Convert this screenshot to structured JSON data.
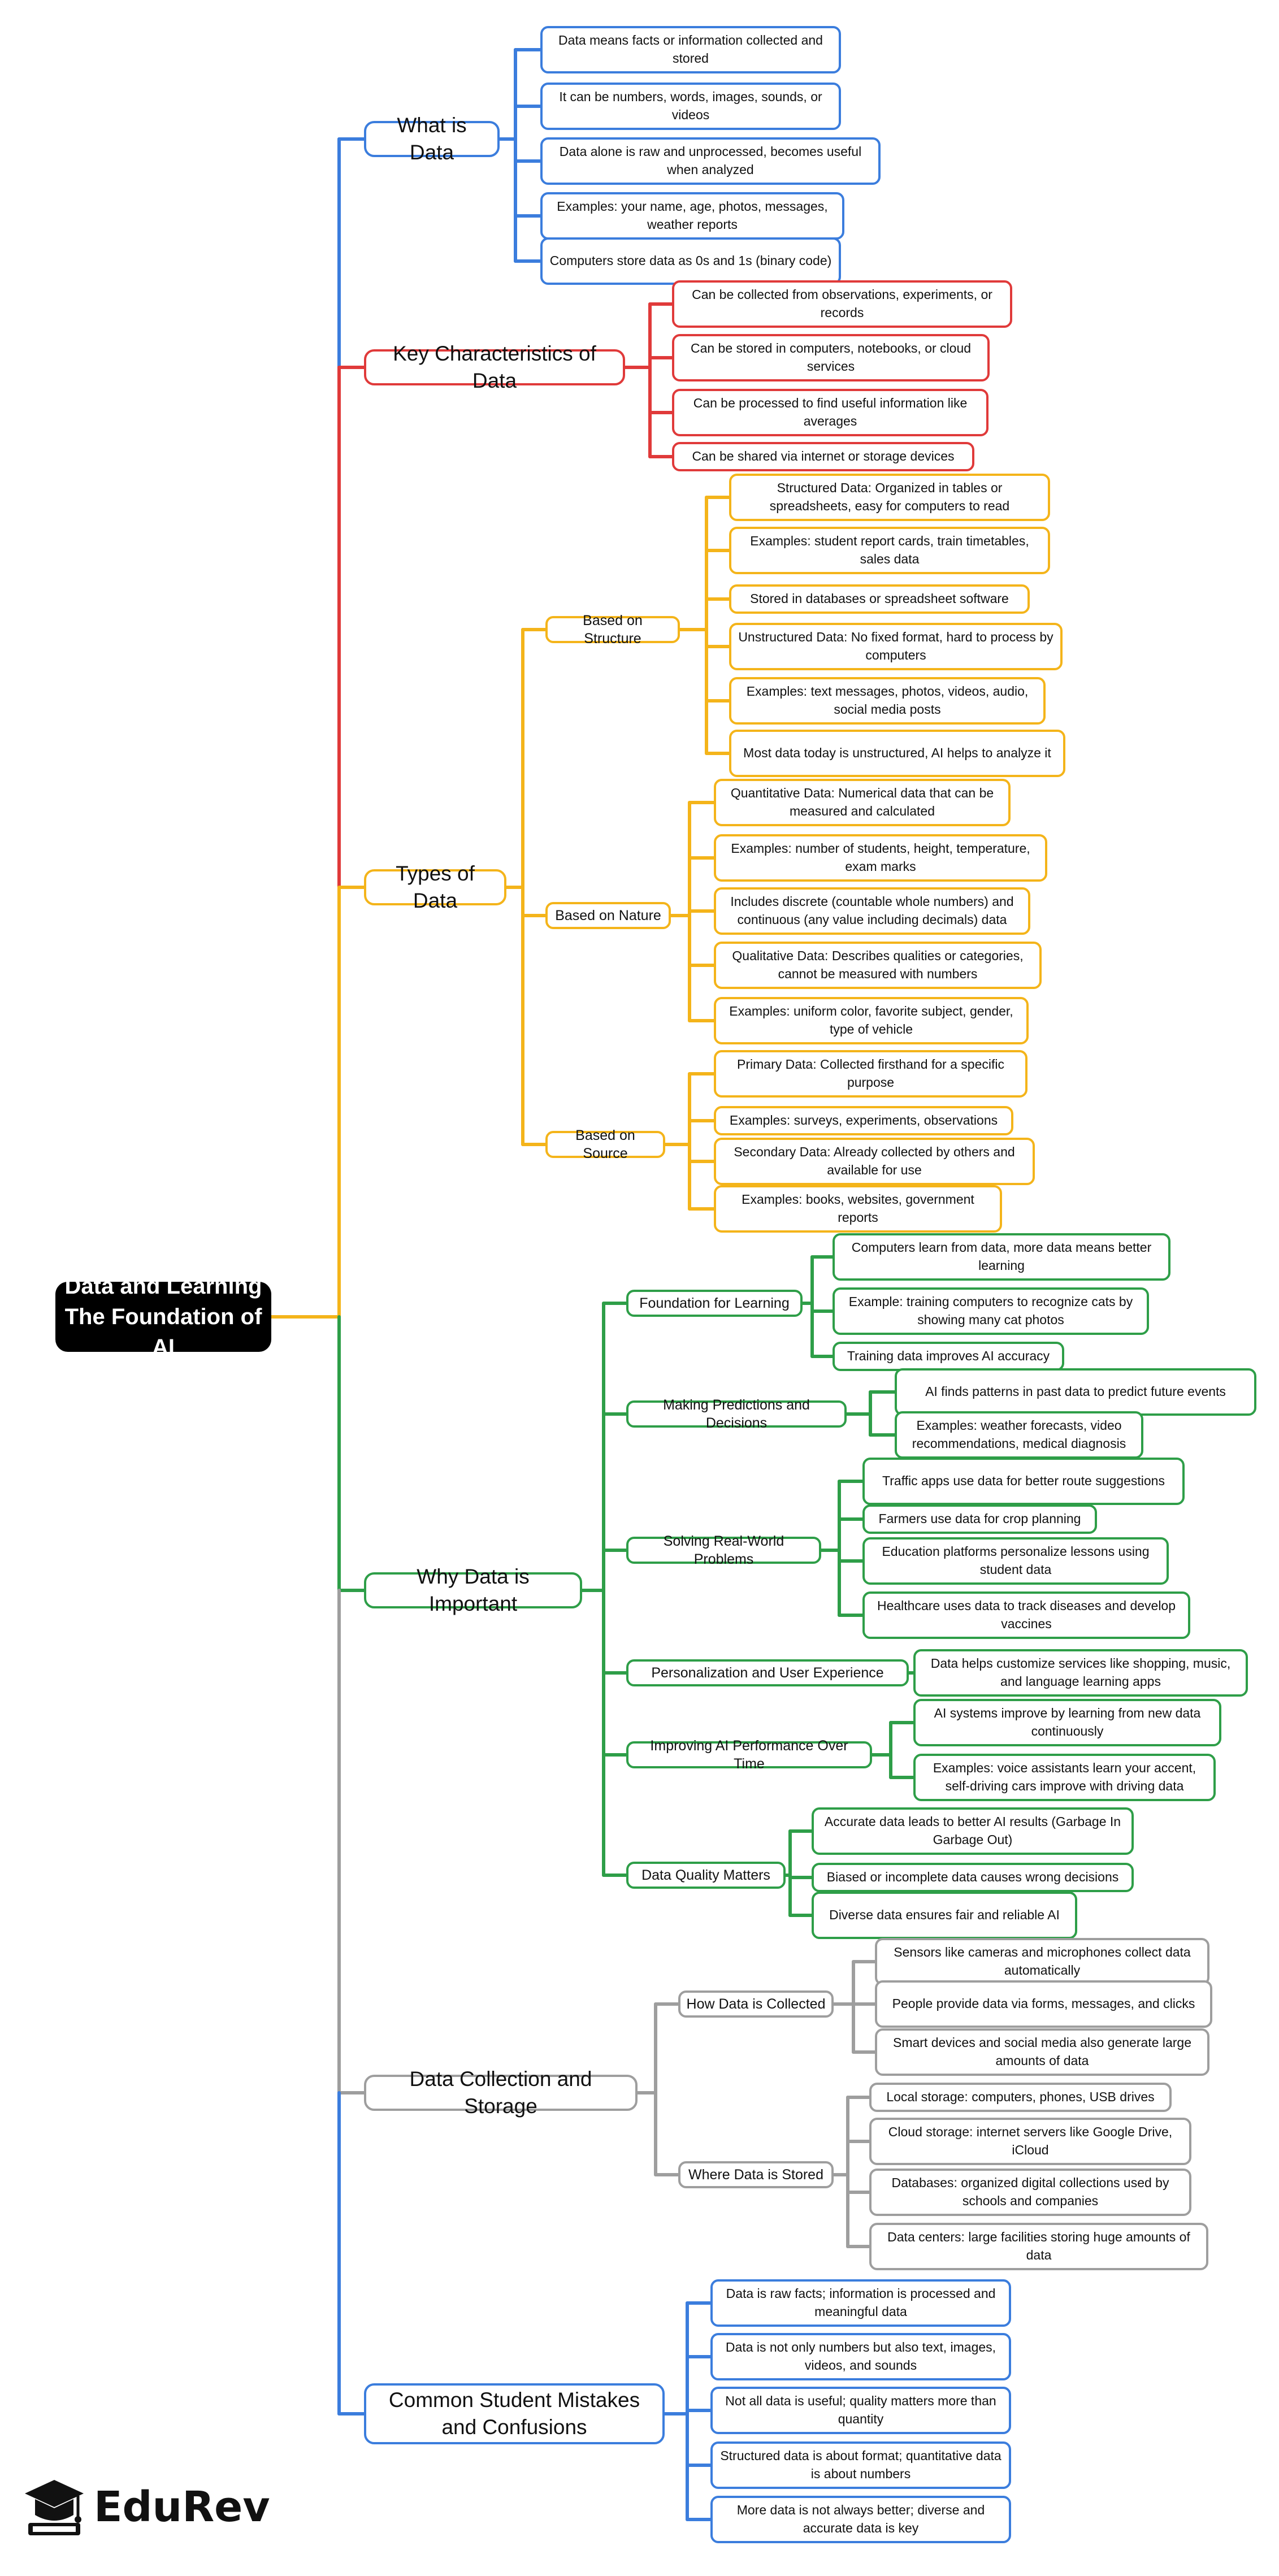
{
  "diagram": {
    "root": "Data and Learning The Foundation of AI",
    "colors": {
      "blue": "#3B7DDD",
      "red": "#E03A3A",
      "yellow": "#F4B41A",
      "green": "#2E9E48",
      "gray": "#9E9E9E"
    },
    "branches": [
      {
        "label": "What is Data",
        "color": "blue",
        "items": [
          "Data means facts or information collected and stored",
          "It can be numbers, words, images, sounds, or videos",
          "Data alone is raw and unprocessed, becomes useful when analyzed",
          "Examples: your name, age, photos, messages, weather reports",
          "Computers store data as 0s and 1s (binary code)"
        ]
      },
      {
        "label": "Key Characteristics of Data",
        "color": "red",
        "items": [
          "Can be collected from observations, experiments, or records",
          "Can be stored in computers, notebooks, or cloud services",
          "Can be processed to find useful information like averages",
          "Can be shared via internet or storage devices"
        ]
      },
      {
        "label": "Types of Data",
        "color": "yellow",
        "subs": [
          {
            "label": "Based on Structure",
            "items": [
              "Structured Data: Organized in tables or spreadsheets, easy for computers to read",
              "Examples: student report cards, train timetables, sales data",
              "Stored in databases or spreadsheet software",
              "Unstructured Data: No fixed format, hard to process by computers",
              "Examples: text messages, photos, videos, audio, social media posts",
              "Most data today is unstructured, AI helps to analyze it"
            ]
          },
          {
            "label": "Based on Nature",
            "items": [
              "Quantitative Data: Numerical data that can be measured and calculated",
              "Examples: number of students, height, temperature, exam marks",
              "Includes discrete (countable whole numbers) and continuous (any value including decimals) data",
              "Qualitative Data: Describes qualities or categories, cannot be measured with numbers",
              "Examples: uniform color, favorite subject, gender, type of vehicle"
            ]
          },
          {
            "label": "Based on Source",
            "items": [
              "Primary Data: Collected firsthand for a specific purpose",
              "Examples: surveys, experiments, observations",
              "Secondary Data: Already collected by others and available for use",
              "Examples: books, websites, government reports"
            ]
          }
        ]
      },
      {
        "label": "Why Data is Important",
        "color": "green",
        "subs": [
          {
            "label": "Foundation for Learning",
            "items": [
              "Computers learn from data, more data means better learning",
              "Example: training computers to recognize cats by showing many cat photos",
              "Training data improves AI accuracy"
            ]
          },
          {
            "label": "Making Predictions and Decisions",
            "items": [
              "AI finds patterns in past data to predict future events",
              "Examples: weather forecasts, video recommendations, medical diagnosis"
            ]
          },
          {
            "label": "Solving Real-World Problems",
            "items": [
              "Traffic apps use data for better route suggestions",
              "Farmers use data for crop planning",
              "Education platforms personalize lessons using student data",
              "Healthcare uses data to track diseases and develop vaccines"
            ]
          },
          {
            "label": "Personalization and User Experience",
            "items": [
              "Data helps customize services like shopping, music, and language learning apps"
            ]
          },
          {
            "label": "Improving AI Performance Over Time",
            "items": [
              "AI systems improve by learning from new data continuously",
              "Examples: voice assistants learn your accent, self-driving cars improve with driving data"
            ]
          },
          {
            "label": "Data Quality Matters",
            "items": [
              "Accurate data leads to better AI results (Garbage In Garbage Out)",
              "Biased or incomplete data causes wrong decisions",
              "Diverse data ensures fair and reliable AI"
            ]
          }
        ]
      },
      {
        "label": "Data Collection and Storage",
        "color": "gray",
        "subs": [
          {
            "label": "How Data is Collected",
            "items": [
              "Sensors like cameras and microphones collect data automatically",
              "People provide data via forms, messages, and clicks",
              "Smart devices and social media also generate large amounts of data"
            ]
          },
          {
            "label": "Where Data is Stored",
            "items": [
              "Local storage: computers, phones, USB drives",
              "Cloud storage: internet servers like Google Drive, iCloud",
              "Databases: organized digital collections used by schools and companies",
              "Data centers: large facilities storing huge amounts of data"
            ]
          }
        ]
      },
      {
        "label": "Common Student Mistakes and Confusions",
        "color": "blue",
        "items": [
          "Data is raw facts; information is processed and meaningful data",
          "Data is not only numbers but also text, images, videos, and sounds",
          "Not all data is useful; quality matters more than quantity",
          "Structured data is about format; quantitative data is about numbers",
          "More data is not always better; diverse and accurate data is key"
        ]
      }
    ]
  },
  "logo": {
    "text": "EduRev",
    "icon": "graduation-cap-icon"
  }
}
